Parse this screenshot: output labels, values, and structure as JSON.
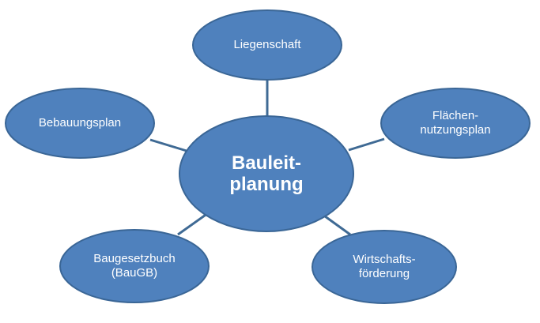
{
  "diagram": {
    "center": {
      "label": "Bauleit-\nplanung"
    },
    "nodes": [
      {
        "label": "Liegenschaft"
      },
      {
        "label": "Flächen-\nnutzungsplan"
      },
      {
        "label": "Wirtschafts-\nförderung"
      },
      {
        "label": "Baugesetzbuch\n(BauGB)"
      },
      {
        "label": "Bebauungsplan"
      }
    ]
  },
  "colors": {
    "node_fill": "#4f81bd",
    "node_stroke": "#3a6696",
    "connector": "#3f6a94",
    "text": "#ffffff"
  }
}
